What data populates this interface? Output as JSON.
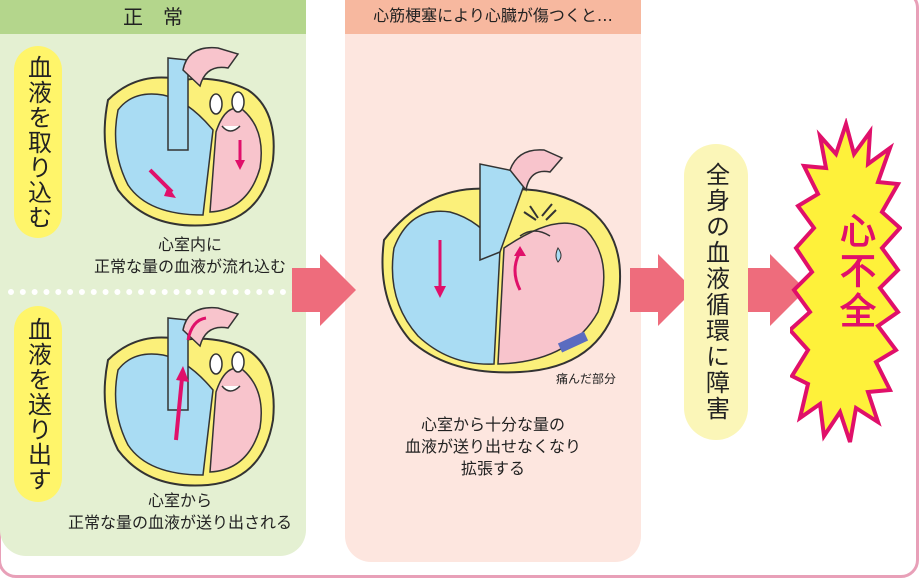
{
  "normal": {
    "header": "正　常",
    "intake_label": "血液を取り込む",
    "intake_caption_1": "心室内に",
    "intake_caption_2": "正常な量の血液が流れ込む",
    "pump_label": "血液を送り出す",
    "pump_caption_1": "心室から",
    "pump_caption_2": "正常な量の血液が送り出される"
  },
  "infarction": {
    "header": "心筋梗塞により心臓が傷つくと…",
    "damage_label": "痛んだ部分",
    "caption_1": "心室から十分な量の",
    "caption_2": "血液が送り出せなくなり",
    "caption_3": "拡張する"
  },
  "consequence": {
    "circulation_label": "全身の血液循環に障害",
    "result_label": "心不全"
  },
  "colors": {
    "normal_panel": "#e4f0d2",
    "normal_header": "#b4d68c",
    "infarction_panel": "#fde6df",
    "infarction_header": "#f7b89f",
    "arrow": "#ee6c7c",
    "pill": "#fff56a",
    "burst_fill": "#fef13a",
    "burst_stroke": "#e0106a",
    "heart_blue": "#a9dcf3",
    "heart_pink": "#f8c4cc",
    "heart_yellow_rim": "#fbf07a"
  },
  "icons": [
    "heart-diagram-icon",
    "arrow-right-icon",
    "explosion-burst-icon"
  ]
}
